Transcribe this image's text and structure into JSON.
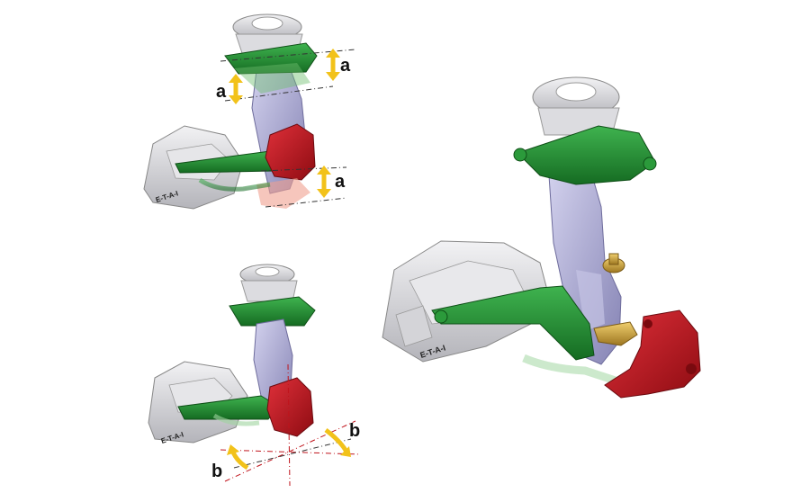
{
  "labels": {
    "a": "a",
    "b": "b",
    "etai": "E-T-A-I"
  },
  "colors": {
    "green_arm": "#1f8a2e",
    "red_knuckle": "#c0141c",
    "lavender_upright": "#a8a6cf",
    "gray_mount": "#cfcfd2",
    "yellow_arrow": "#f2c21a",
    "gold_balljoint": "#c9a13c",
    "pale_green_rod": "#bfe3bf"
  },
  "icons": [
    "double-arrow-icon",
    "curved-arrow-icon"
  ]
}
